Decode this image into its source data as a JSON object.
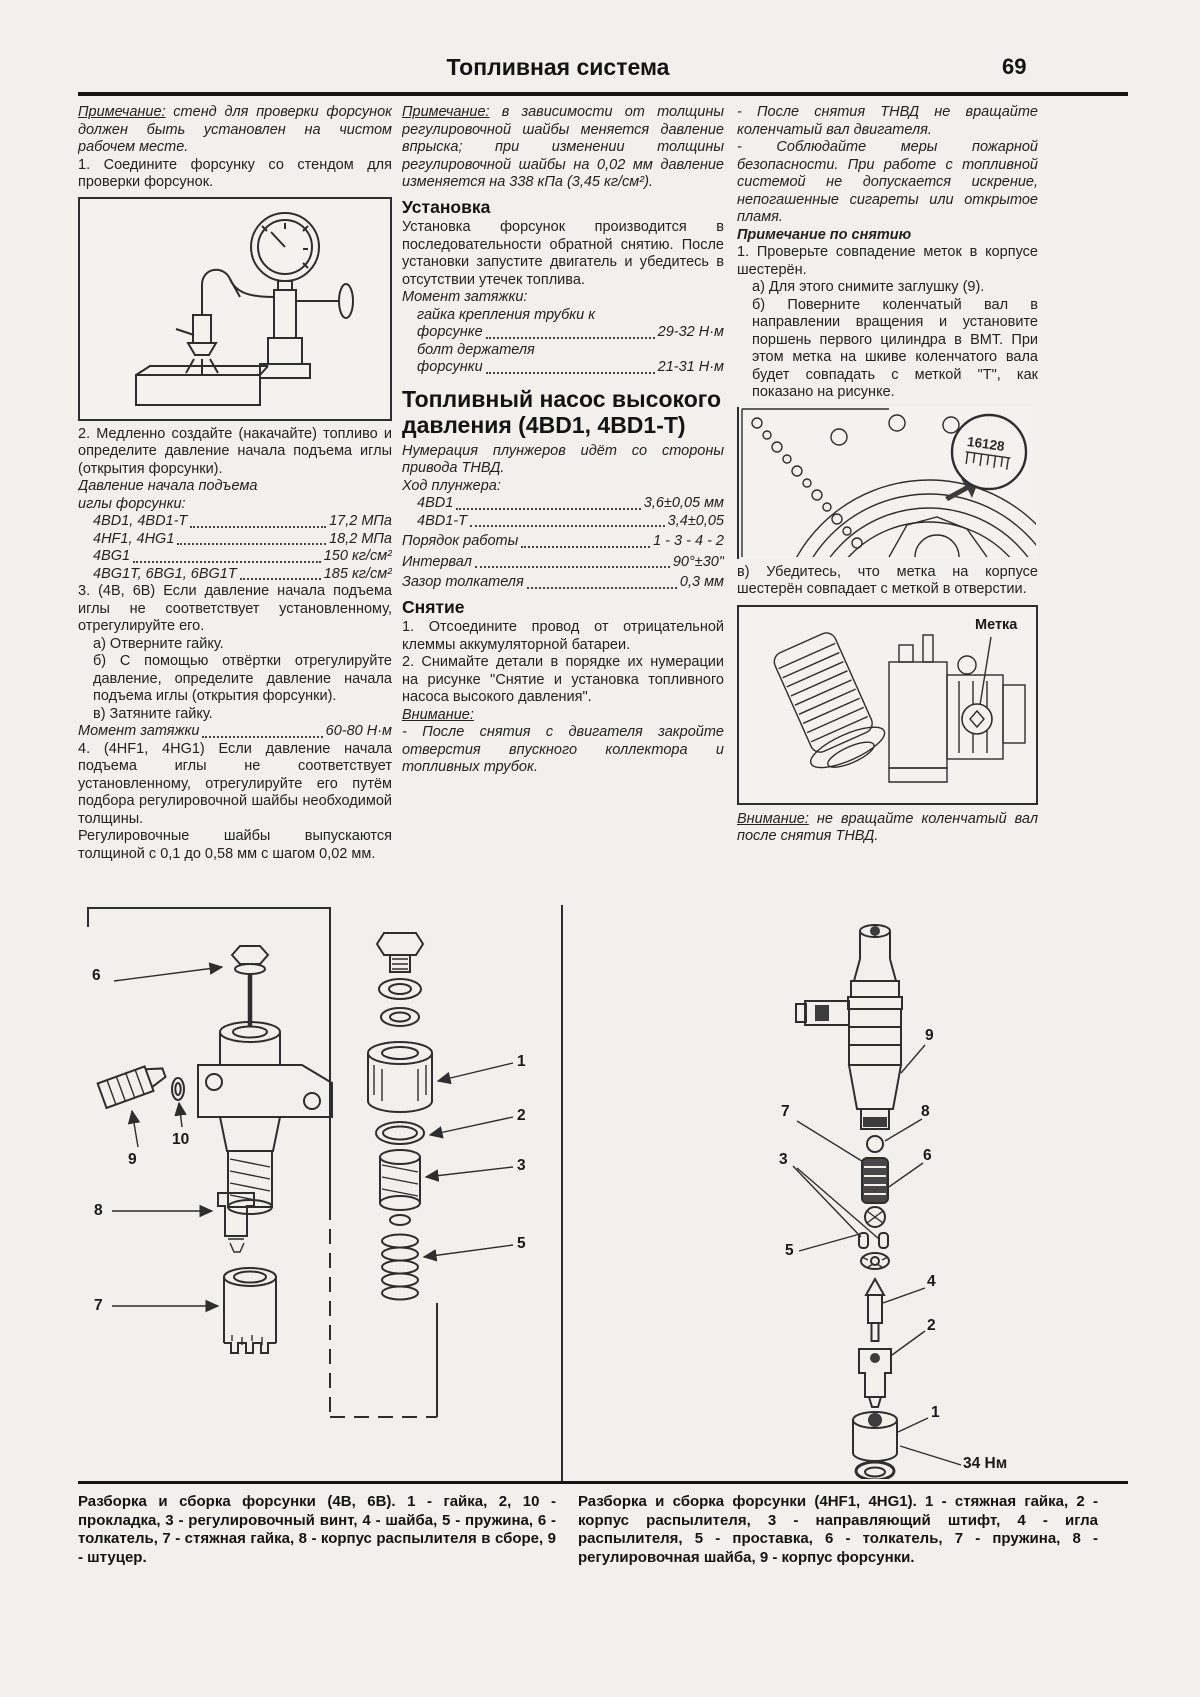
{
  "page": {
    "title": "Топливная система",
    "number": "69"
  },
  "left": {
    "note_label": "Примечание:",
    "note_text": " стенд для проверки форсунок должен быть установлен на чистом рабочем месте.",
    "step1": "1.  Соедините форсунку со стендом для проверки форсунок.",
    "step2": "2. Медленно создайте (накачайте) топливо и определите давление начала подъема иглы (открытия форсунки).",
    "pressure_title_1": "Давление начала подъема",
    "pressure_title_2": "иглы форсунки:",
    "pressure_rows": [
      {
        "name": "4BD1, 4BD1-T",
        "value": "17,2 МПа"
      },
      {
        "name": "4HF1, 4HG1",
        "value": "18,2 МПа"
      },
      {
        "name": "4BG1",
        "value": "150 кг/см²"
      },
      {
        "name": "4BG1T, 6BG1, 6BG1T",
        "value": "185 кг/см²"
      }
    ],
    "step3": "3. (4B, 6B) Если давление начала подъема иглы не соответствует установленному, отрегулируйте его.",
    "step3a": "а) Отверните гайку.",
    "step3b": "б) С помощью отвёртки отрегулируйте давление, определите давление начала подъема иглы (открытия форсунки).",
    "step3c": "в) Затяните гайку.",
    "torque_row": {
      "name": "Момент затяжки",
      "value": "60-80 Н·м"
    },
    "step4": "4. (4HF1, 4HG1) Если давление начала подъема иглы не соответствует установленному, отрегулируйте его путём подбора регулировочной шайбы необходимой толщины.",
    "shims_note": "Регулировочные шайбы выпускаются толщиной с 0,1 до 0,58 мм с шагом 0,02 мм."
  },
  "middle": {
    "note_label": "Примечание:",
    "note_text": " в зависимости от толщины регулировочной шайбы меняется давление впрыска; при изменении толщины регулировочной шайбы на 0,02 мм давление изменяется на 338 кПа (3,45 кг/см²).",
    "h_install": "Установка",
    "install_text": "Установка форсунок производится в последовательности обратной снятию. После установки запустите двигатель и убедитесь в отсутствии утечек топлива.",
    "torque_title": "Момент затяжки:",
    "torque_line1": "гайка крепления трубки к",
    "torque_row1": {
      "name": "форсунке",
      "value": "29-32 Н·м"
    },
    "torque_line2": "болт держателя",
    "torque_row2": {
      "name": "форсунки",
      "value": "21-31 Н·м"
    },
    "h_pump": "Топливный насос высокого давления (4BD1, 4BD1-T)",
    "pump_note": "Нумерация плунжеров идёт со стороны привода ТНВД.",
    "plunger_title": "Ход плунжера:",
    "plunger_rows": [
      {
        "name": "4BD1",
        "value": "3,6±0,05 мм"
      },
      {
        "name": "4BD1-T",
        "value": "3,4±0,05"
      }
    ],
    "order_row": {
      "name": "Порядок работы",
      "value": "1 - 3 - 4 - 2"
    },
    "interval_row": {
      "name": "Интервал",
      "value": "90°±30\""
    },
    "clearance_row": {
      "name": "Зазор толкателя",
      "value": "0,3 мм"
    },
    "h_removal": "Снятие",
    "removal1": "1. Отсоедините провод от отрицательной клеммы аккумуляторной батареи.",
    "removal2": "2. Снимайте детали в порядке их нумерации на рисунке \"Снятие и установка топливного насоса высокого давления\".",
    "attention_label": "Внимание:",
    "attention_item": "- После снятия с двигателя закройте отверстия впускного коллектора и топливных трубок."
  },
  "right": {
    "warn1": "- После снятия ТНВД не вращайте коленчатый вал двигателя.",
    "warn2": "- Соблюдайте меры пожарной безопасности. При работе с топливной системой не допускается искрение, непогашенные сигареты или открытое пламя.",
    "h_note": "Примечание по снятию",
    "p1": "1. Проверьте совпадение меток в корпусе шестерён.",
    "p1a": "а) Для этого снимите заглушку (9).",
    "p1b": "б) Поверните коленчатый вал в направлении вращения и установите поршень первого цилиндра в ВМТ. При этом метка на шкиве коленчатого вала будет совпадать с меткой \"Т\", как показано на рисунке.",
    "p1v": "в) Убедитесь, что метка на корпусе шестерён совпадает с меткой в отверстии.",
    "attention_label": "Внимание:",
    "attention_text": " не вращайте коленчатый вал после снятия ТНВД."
  },
  "figs": {
    "pulley_scale": "16128",
    "pump_mark": "Метка"
  },
  "fig4b": {
    "n1": "1",
    "n2": "2",
    "n3": "3",
    "n5": "5",
    "n6": "6",
    "n7": "7",
    "n8": "8",
    "n9": "9",
    "n10": "10"
  },
  "fig4hf": {
    "n1": "1",
    "n2": "2",
    "n3": "3",
    "n4": "4",
    "n5": "5",
    "n6": "6",
    "n7": "7",
    "n8": "8",
    "n9": "9",
    "torque": "34 Нм"
  },
  "captions": {
    "left": "Разборка и сборка форсунки (4B, 6B). 1 - гайка, 2, 10 - прокладка, 3 - регулировочный винт, 4 - шайба, 5 - пружина, 6 - толкатель, 7 - стяжная гайка, 8 - корпус распылителя в сборе, 9 - штуцер.",
    "right": "Разборка и сборка форсунки (4HF1, 4HG1). 1 - стяжная гайка, 2 - корпус распылителя, 3 - направляющий штифт, 4 - игла распылителя, 5 - проставка, 6 - толкатель, 7 - пружина, 8 - регулировочная шайба, 9 - корпус форсунки."
  }
}
